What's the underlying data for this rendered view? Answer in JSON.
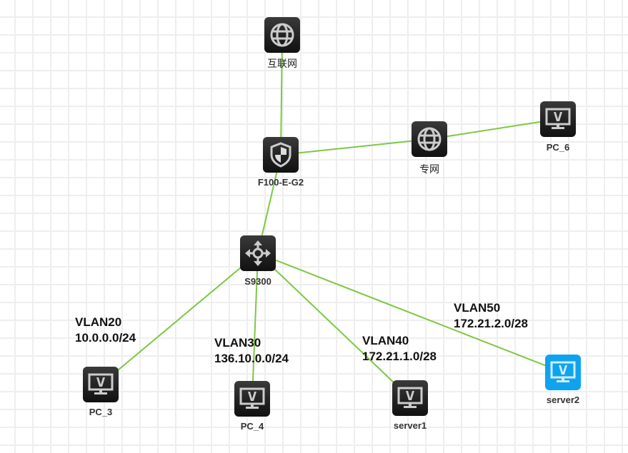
{
  "diagram": {
    "link_color": "#7dc842",
    "icon_color": "#222222",
    "selected_icon_color": "#0fa3ef",
    "nodes": [
      {
        "id": "internet",
        "label": "互联网",
        "type": "cloud",
        "icon": "globe-icon"
      },
      {
        "id": "fw",
        "label": "F100-E-G2",
        "type": "firewall",
        "icon": "shield-icon"
      },
      {
        "id": "private",
        "label": "专网",
        "type": "cloud",
        "icon": "globe-icon"
      },
      {
        "id": "pc6",
        "label": "PC_6",
        "type": "host",
        "icon": "monitor-icon"
      },
      {
        "id": "sw",
        "label": "S9300",
        "type": "switch",
        "icon": "switch-arrows-icon"
      },
      {
        "id": "pc3",
        "label": "PC_3",
        "type": "host",
        "icon": "monitor-icon"
      },
      {
        "id": "pc4",
        "label": "PC_4",
        "type": "host",
        "icon": "monitor-icon"
      },
      {
        "id": "server1",
        "label": "server1",
        "type": "host",
        "icon": "monitor-icon"
      },
      {
        "id": "server2",
        "label": "server2",
        "type": "host",
        "icon": "monitor-icon",
        "selected": true
      }
    ],
    "links": [
      {
        "from": "internet",
        "to": "fw"
      },
      {
        "from": "fw",
        "to": "private"
      },
      {
        "from": "private",
        "to": "pc6"
      },
      {
        "from": "fw",
        "to": "sw"
      },
      {
        "from": "sw",
        "to": "pc3"
      },
      {
        "from": "sw",
        "to": "pc4"
      },
      {
        "from": "sw",
        "to": "server1"
      },
      {
        "from": "sw",
        "to": "server2"
      }
    ],
    "vlans": [
      {
        "name": "VLAN20",
        "subnet": "10.0.0.0/24"
      },
      {
        "name": "VLAN30",
        "subnet": "136.10.0.0/24"
      },
      {
        "name": "VLAN40",
        "subnet": "172.21.1.0/28"
      },
      {
        "name": "VLAN50",
        "subnet": "172.21.2.0/28"
      }
    ]
  }
}
